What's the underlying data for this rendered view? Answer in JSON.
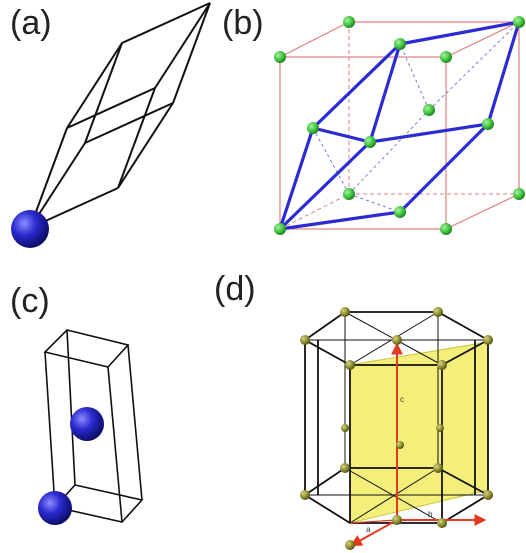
{
  "panels": {
    "a": {
      "label": "(a)",
      "description_icon": "rhombohedral-cell-with-atom"
    },
    "b": {
      "label": "(b)",
      "description_icon": "rhombohedral-in-cubic-cell"
    },
    "c": {
      "label": "(c)",
      "description_icon": "tetragonal-cell-two-atoms"
    },
    "d": {
      "label": "(d)",
      "description_icon": "hexagonal-prism-cell"
    }
  },
  "colors": {
    "cell_edge": "#111111",
    "atom": "#1a1aa8",
    "rhombo_edge": "#2b2bd6",
    "cubic_edge": "#e08080",
    "lattice_point": "#3cc23c",
    "hex_point": "#8a8a2a",
    "hex_highlight": "#f3ef7a",
    "axis_arrow": "#e23a1e"
  },
  "axis_labels": {
    "c": "c",
    "a": "a",
    "b": "b"
  }
}
